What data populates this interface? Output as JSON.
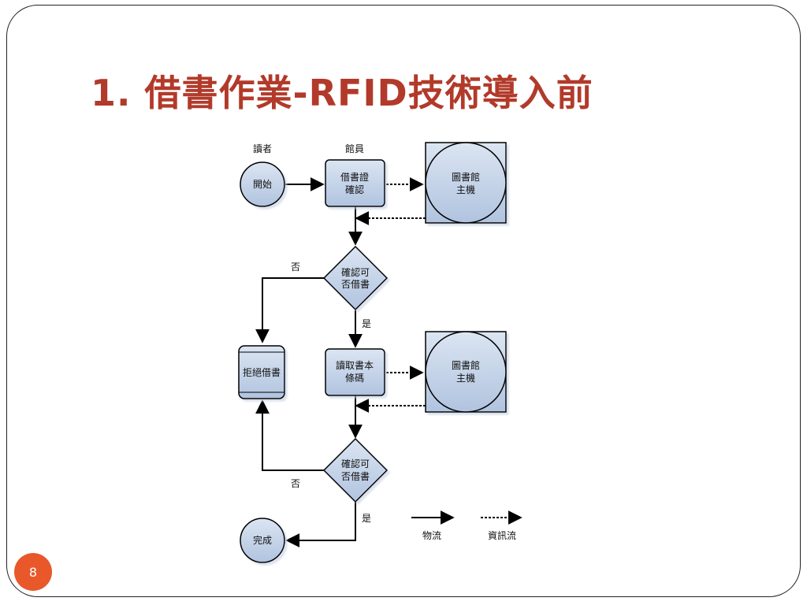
{
  "slide": {
    "title": "1. 借書作業-RFID技術導入前",
    "page_number": "8"
  },
  "diagram": {
    "lanes": {
      "reader": "讀者",
      "librarian": "館員"
    },
    "nodes": {
      "start": "開始",
      "verify_card": [
        "借書證",
        "確認"
      ],
      "host1": [
        "圖書館",
        "主機"
      ],
      "decision1": [
        "確認可",
        "否借書"
      ],
      "reject": "拒絕借書",
      "read_barcode": [
        "讀取書本",
        "條碼"
      ],
      "host2": [
        "圖書館",
        "主機"
      ],
      "decision2": [
        "確認可",
        "否借書"
      ],
      "done": "完成"
    },
    "edge_labels": {
      "no": "否",
      "yes": "是"
    },
    "legend": {
      "physical": "物流",
      "info": "資訊流"
    }
  },
  "colors": {
    "title": "#b23a2a",
    "node_fill_top": "#d6e1f0",
    "node_fill_bottom": "#b3c5e0",
    "badge": "#e8582a"
  }
}
